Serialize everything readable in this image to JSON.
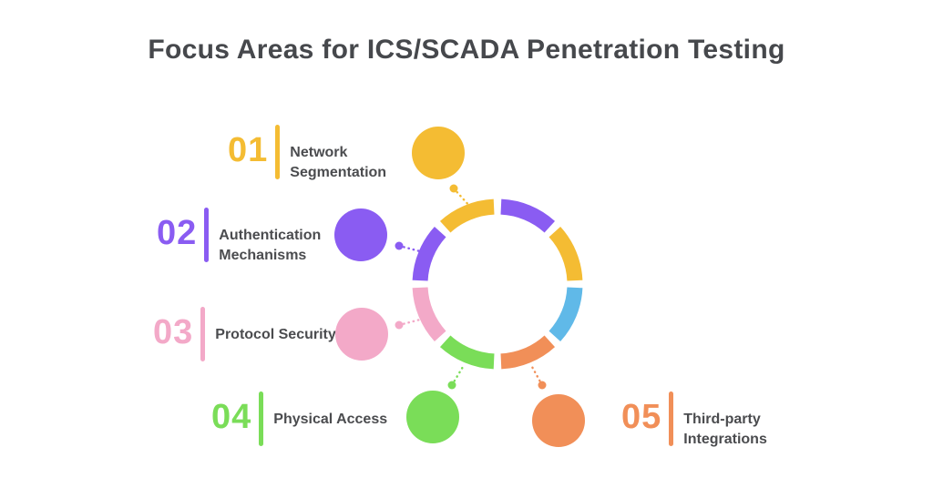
{
  "title": "Focus Areas for ICS/SCADA Penetration Testing",
  "items": [
    {
      "number": "01",
      "label": "Network\nSegmentation",
      "color": "#F4BC33"
    },
    {
      "number": "02",
      "label": "Authentication\nMechanisms",
      "color": "#8A5CF2"
    },
    {
      "number": "03",
      "label": "Protocol Security",
      "color": "#F3A9C8"
    },
    {
      "number": "04",
      "label": "Physical Access",
      "color": "#7ADD58"
    },
    {
      "number": "05",
      "label": "Third-party\nIntegrations",
      "color": "#F18F58"
    }
  ],
  "ring_segment_colors": [
    "#8A5CF2",
    "#F4BC33",
    "#60B9E8",
    "#F18F58",
    "#7ADD58",
    "#F3A9C8",
    "#8A5CF2",
    "#F4BC33"
  ],
  "colors": {
    "background": "#FFFFFF",
    "title_text": "#46484C",
    "label_text": "#4B4C4F"
  }
}
